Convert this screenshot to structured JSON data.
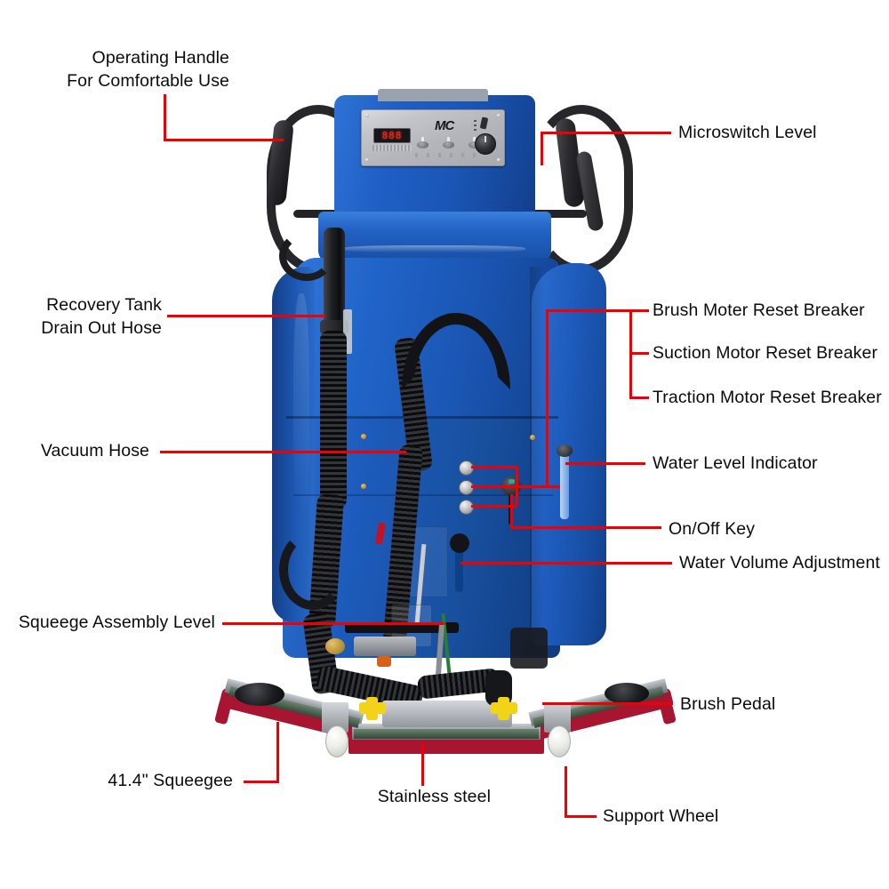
{
  "diagram": {
    "title": "Walk-behind floor scrubber annotated parts diagram",
    "background_color": "#ffffff",
    "leader_color": "#f00000",
    "text_color": "#0b0b0b",
    "machine_color": "#1f5fc6"
  },
  "callouts": {
    "operating_handle_line1": "Operating Handle",
    "operating_handle_line2": "For Comfortable Use",
    "microswitch_level": "Microswitch Level",
    "recovery_tank_line1": "Recovery Tank",
    "recovery_tank_line2": "Drain Out Hose",
    "brush_motor_breaker": "Brush Moter Reset Breaker",
    "suction_motor_breaker": "Suction Motor Reset Breaker",
    "traction_motor_breaker": "Traction Motor Reset Breaker",
    "vacuum_hose": "Vacuum Hose",
    "water_level_indicator": "Water Level Indicator",
    "on_off_key": "On/Off Key",
    "water_volume_adjustment": "Water Volume Adjustment",
    "squeege_assembly_level": "Squeege Assembly Level",
    "brush_pedal": "Brush Pedal",
    "squeegee_size": "41.4\" Squeegee",
    "stainless_steel": "Stainless steel",
    "support_wheel": "Support Wheel"
  },
  "control_panel": {
    "brand_logo": "MC",
    "display_value": "888",
    "display_color": "#ff2a18"
  }
}
